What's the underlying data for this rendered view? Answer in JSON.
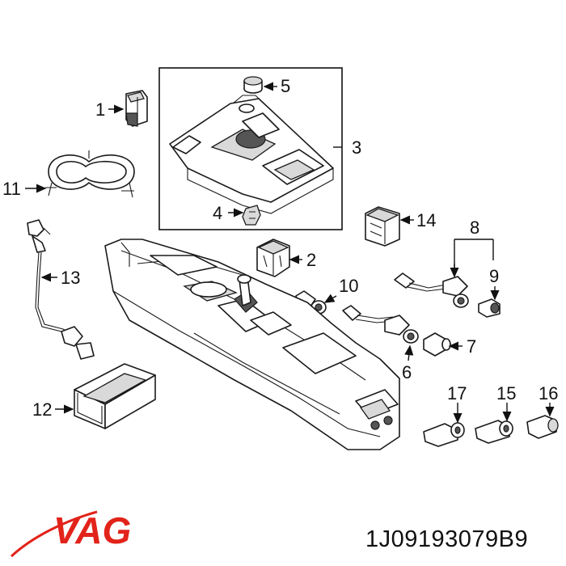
{
  "labels": {
    "l1": "1",
    "l2": "2",
    "l3": "3",
    "l4": "4",
    "l5": "5",
    "l6": "6",
    "l7": "7",
    "l8": "8",
    "l9": "9",
    "l10": "10",
    "l11": "11",
    "l12": "12",
    "l13": "13",
    "l14": "14",
    "l15": "15",
    "l16": "16",
    "l17": "17"
  },
  "brand": {
    "logo_text": "VAG",
    "color": "#e2231a"
  },
  "part_number": "1J09193079B9",
  "colors": {
    "line": "#1a1a1a",
    "shade": "#d9d9d9",
    "background": "#ffffff"
  }
}
